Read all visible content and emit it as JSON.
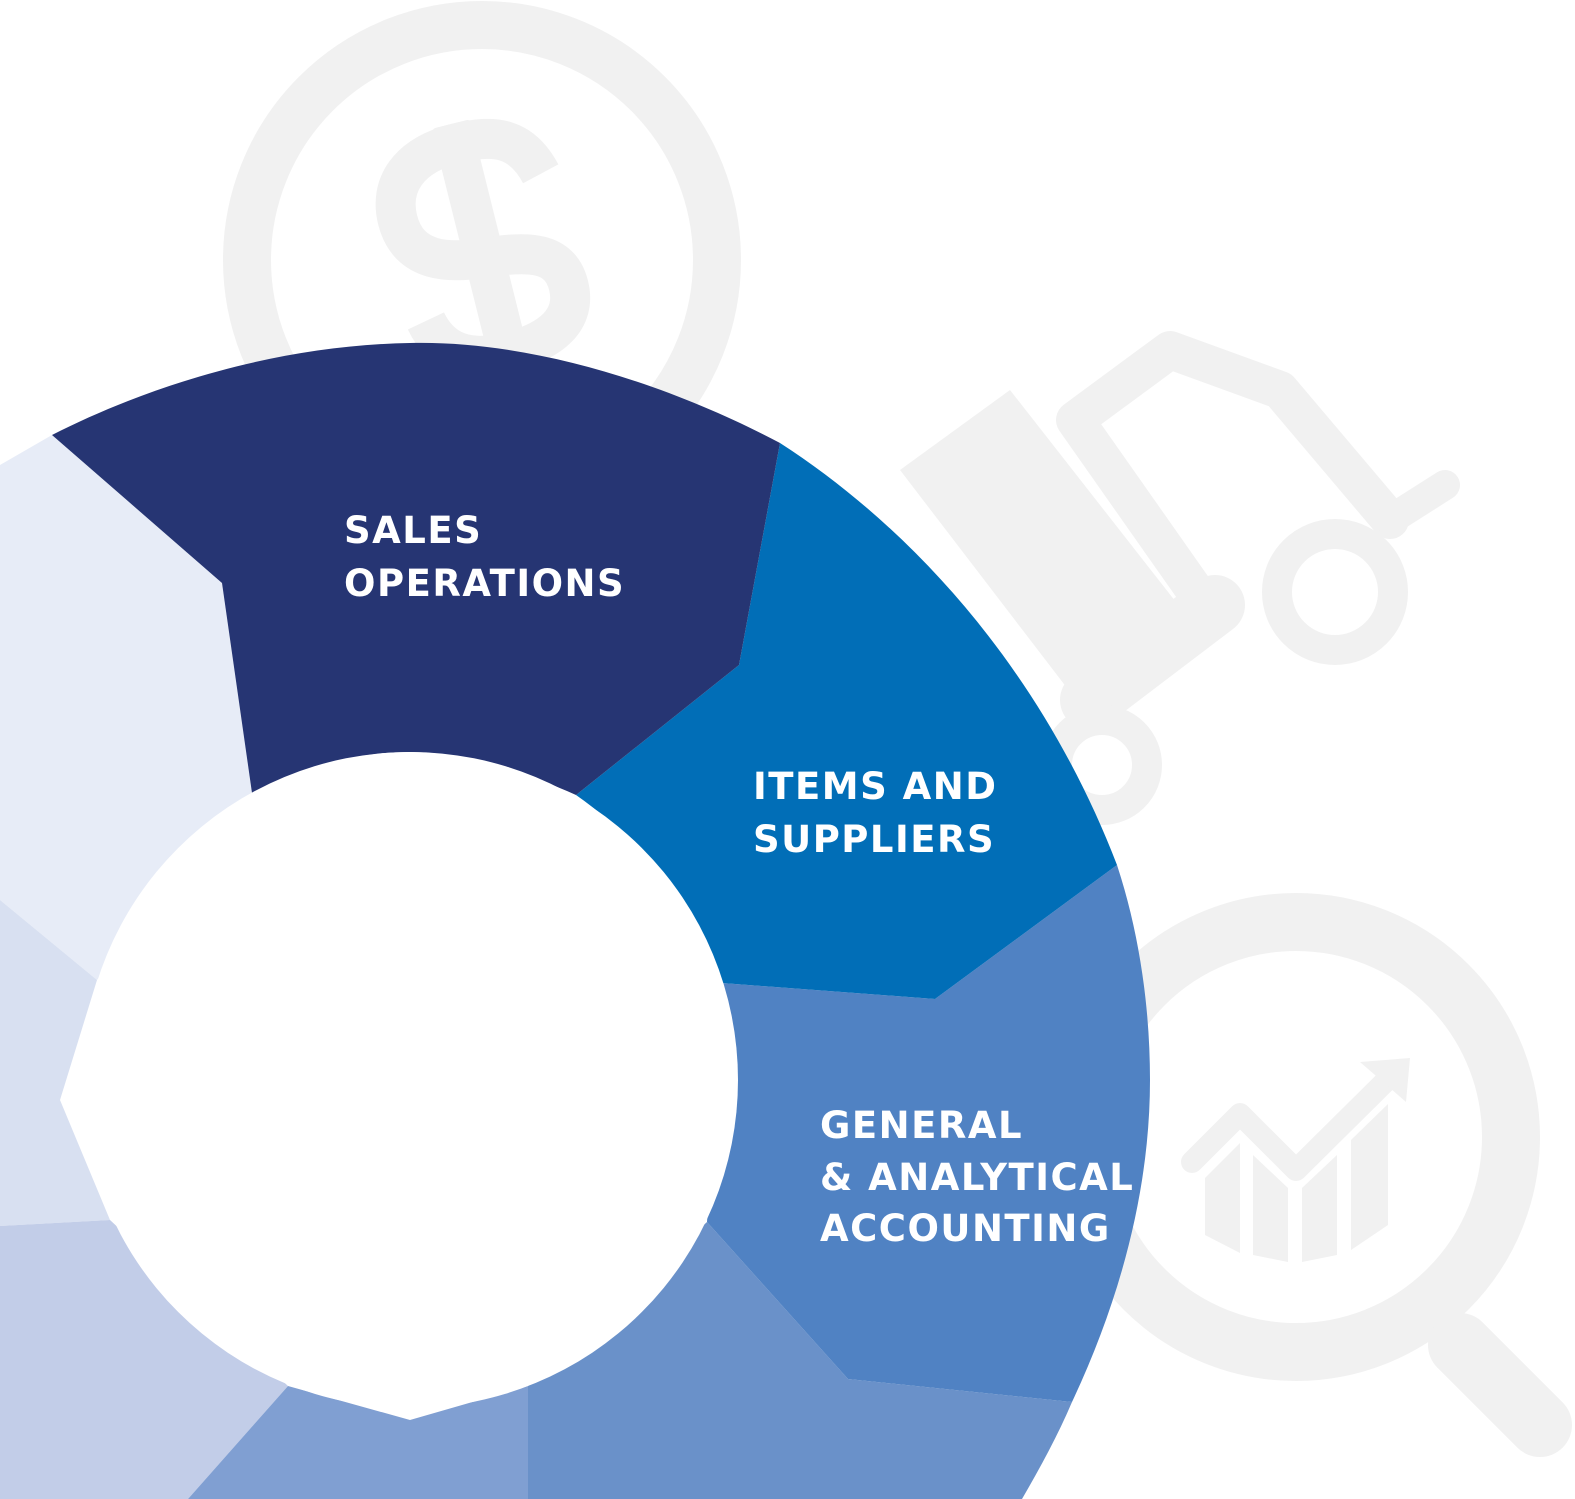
{
  "segments": [
    {
      "id": "sales",
      "lines": [
        "SALES",
        "OPERATIONS"
      ],
      "color": "#263573"
    },
    {
      "id": "items",
      "lines": [
        "ITEMS AND",
        "SUPPLIERS"
      ],
      "color": "#016EB7"
    },
    {
      "id": "accounting",
      "lines": [
        "GENERAL",
        "& ANALYTICAL",
        "ACCOUNTING"
      ],
      "color": "#5082C3"
    }
  ],
  "colors": {
    "background_icons": "#F1F1F1",
    "segment_lightest": "#E7ECF7",
    "segment_lighter": "#D8E0F1",
    "segment_light": "#C2CDE8",
    "segment_mid_light": "#809FD2",
    "segment_mid": "#6A91C9",
    "hole": "#FFFFFF"
  },
  "icons": [
    "dollar-coin-icon",
    "hand-truck-icon",
    "magnifier-growth-chart-icon"
  ]
}
